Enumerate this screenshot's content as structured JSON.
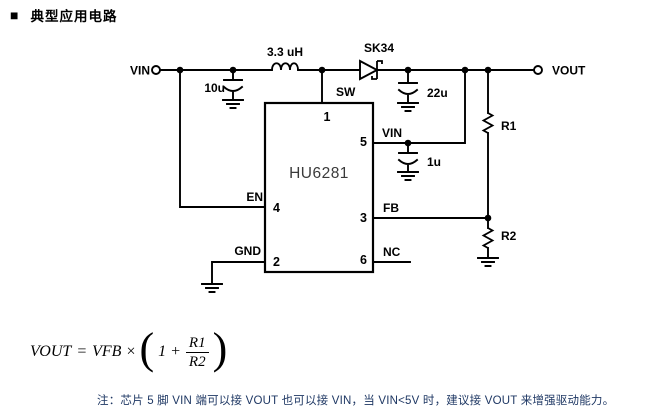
{
  "header": {
    "bullet": "■",
    "title": "典型应用电路"
  },
  "circuit": {
    "terminals": {
      "vin": "VIN",
      "vout": "VOUT"
    },
    "components": {
      "inductor": "3.3 uH",
      "diode": "SK34",
      "input_cap": "10u",
      "output_cap": "22u",
      "bypass_cap": "1u",
      "r1": "R1",
      "r2": "R2",
      "ic_name": "HU6281"
    },
    "ic_pins": {
      "pin1": {
        "num": "1",
        "label": "SW"
      },
      "pin2": {
        "num": "2",
        "label": "GND"
      },
      "pin3": {
        "num": "3",
        "label": "FB"
      },
      "pin4": {
        "num": "4",
        "label": "EN"
      },
      "pin5": {
        "num": "5",
        "label": "VIN"
      },
      "pin6": {
        "num": "6",
        "label": "NC"
      }
    }
  },
  "formula": {
    "lhs": "VOUT",
    "equals": "=",
    "vfb": "VFB",
    "times": "×",
    "one_plus": "1 +",
    "numerator": "R1",
    "denominator": "R2",
    "open_paren": "(",
    "close_paren": ")"
  },
  "note": "注：芯片 5 脚 VIN 端可以接 VOUT 也可以接 VIN，当 VIN<5V 时，建议接 VOUT 来增强驱动能力。",
  "colors": {
    "line": "#000000",
    "ic_text": "#3a3a3a",
    "note_text": "#1f3864"
  }
}
